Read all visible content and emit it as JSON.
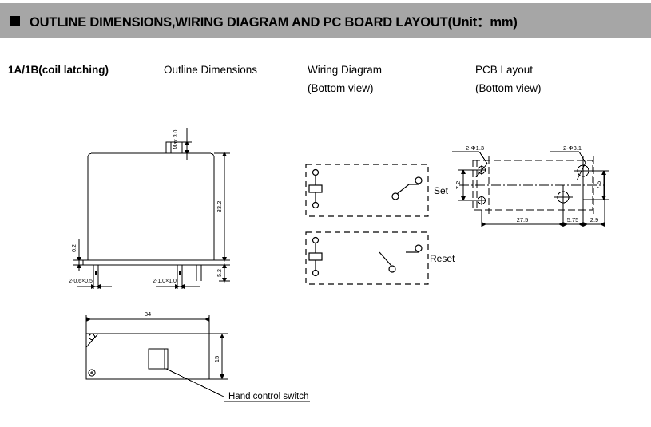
{
  "header": {
    "bullet_icon": "square-bullet-icon",
    "title": "OUTLINE DIMENSIONS,WIRING DIAGRAM AND PC BOARD LAYOUT(Unit：mm)"
  },
  "columns": [
    {
      "label": "1A/1B(coil latching)",
      "sub": ""
    },
    {
      "label": "Outline Dimensions",
      "sub": ""
    },
    {
      "label": "Wiring Diagram",
      "sub": "(Bottom view)"
    },
    {
      "label": "PCB Layout",
      "sub": "(Bottom view)"
    }
  ],
  "outline_drawing": {
    "dim_top_tab": "Max.3.0",
    "dim_height": "33.2",
    "dim_left_small": "0.2",
    "dim_right_small": "5.2",
    "dim_pin_left": "2-0.6×0.5",
    "dim_pin_center": "2-1.0×1.0"
  },
  "bottom_view_drawing": {
    "dim_width": "34",
    "dim_height": "15",
    "callout": "Hand control switch"
  },
  "wiring_diagram": {
    "rows": [
      {
        "label": "Set"
      },
      {
        "label": "Reset"
      }
    ]
  },
  "pcb_layout": {
    "callout_left": "2-Φ1.3",
    "callout_right": "2-Φ3.1",
    "dim_left_vertical": "7.2",
    "dim_right_vertical": "7.5",
    "dim_bottom_main": "27.5",
    "dim_bottom_mid": "5.75",
    "dim_bottom_right": "2.9"
  },
  "colors": {
    "header_bg": "#a6a6a6",
    "ink": "#000000",
    "page_bg": "#ffffff"
  }
}
